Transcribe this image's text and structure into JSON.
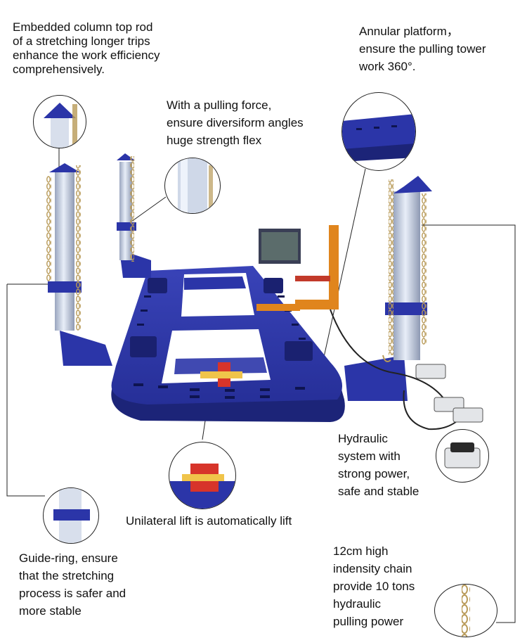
{
  "captions": {
    "top_rod": [
      "Embedded column top rod",
      "of a stretching longer trips",
      "enhance the work efficiency",
      "comprehensively."
    ],
    "platform": [
      "Annular platform，",
      "ensure the pulling tower",
      "work 360°."
    ],
    "pulling_force": [
      "With a pulling force,",
      "ensure diversiform angles",
      "huge strength flex"
    ],
    "hydraulic": [
      "Hydraulic",
      "system with",
      "strong power,",
      "safe and stable"
    ],
    "lift": [
      "Unilateral lift is automatically lift"
    ],
    "guide_ring": [
      "Guide-ring, ensure",
      "that the stretching",
      "process is safer and",
      "more stable"
    ],
    "chain": [
      "12cm high",
      "indensity chain",
      "provide 10 tons",
      "hydraulic",
      "pulling power"
    ]
  },
  "colors": {
    "frame_blue": "#2b35a8",
    "frame_blue_dark": "#1c2478",
    "tower_grey": "#c9d3e4",
    "chain_gold": "#b89a58",
    "arm_orange": "#e0851d"
  }
}
